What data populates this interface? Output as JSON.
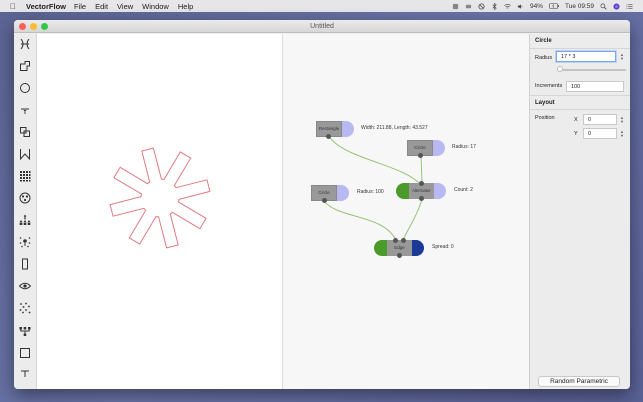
{
  "menubar": {
    "app_name": "VectorFlow",
    "items": [
      "File",
      "Edit",
      "View",
      "Window",
      "Help"
    ],
    "status": {
      "battery": "94%",
      "clock": "Tue 09:59"
    }
  },
  "window": {
    "title": "Untitled"
  },
  "toolbar": {
    "tools": [
      "cross-tool",
      "shape-tool",
      "circle-tool",
      "align-tool",
      "boolean-tool",
      "zigzag-tool",
      "grid-tool",
      "radial-tool",
      "copy-tool",
      "scatter-tool",
      "rectangle-tool",
      "eye-tool",
      "points-tool",
      "connect-tool",
      "square-tool",
      "text-tool"
    ]
  },
  "network": {
    "nodes": [
      {
        "name": "Rectangle",
        "info": "Width: 211.88, Length: 43.527"
      },
      {
        "name": "Circle",
        "info": "Radius: 17"
      },
      {
        "name": "Circle",
        "info": "Radius: 100"
      },
      {
        "name": "Alternator",
        "info": "Count: 2"
      },
      {
        "name": "Edge",
        "info": "Spread: 0"
      }
    ],
    "colors": {
      "node_body": "#999999",
      "output_port": "#b8b8f2",
      "input_green": "#4c9a2a",
      "output_blue": "#1b3a96",
      "wire": "#8fbf6a",
      "shape_stroke": "#e07a80"
    }
  },
  "inspector": {
    "circle_section": "Circle",
    "radius_label": "Radius",
    "radius_value": "17 * 3",
    "increments_label": "Increments",
    "increments_value": "100",
    "layout_section": "Layout",
    "position_label": "Position",
    "x_label": "X",
    "x_value": "0",
    "y_label": "Y",
    "y_value": "0",
    "random_button": "Random Parametric"
  }
}
